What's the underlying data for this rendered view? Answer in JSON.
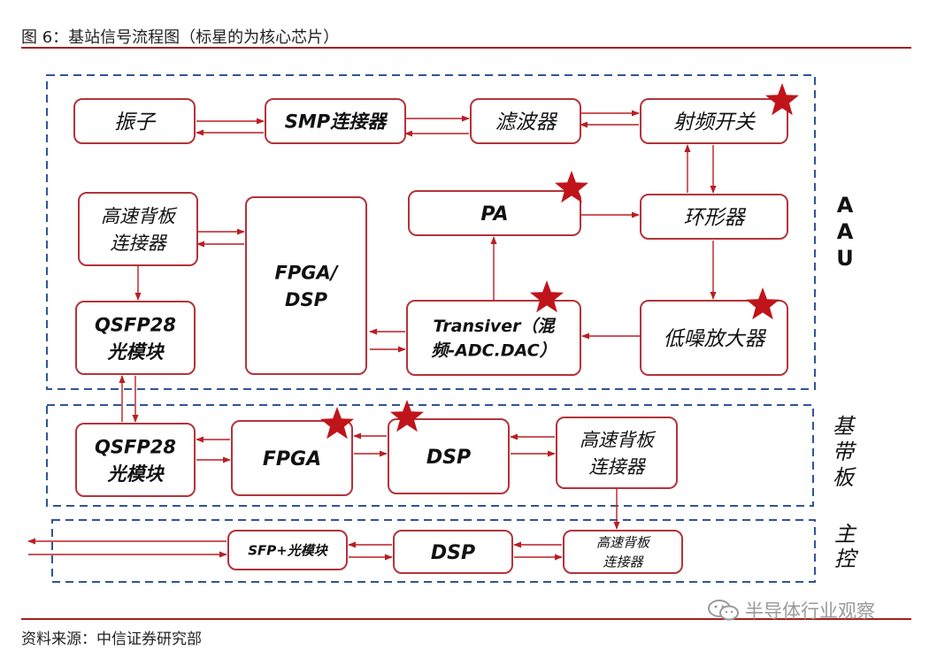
{
  "figure": {
    "title": "图 6：基站信号流程图（标星的为核心芯片）",
    "source": "资料来源：中信证券研究部",
    "watermark": "半导体行业观察",
    "watermark_icon": "wechat-icon"
  },
  "colors": {
    "box_border": "#b3343a",
    "arrow": "#b81f24",
    "star": "#c0141b",
    "region_border": "#2f5597",
    "rule": "#a31f1f"
  },
  "regions": [
    {
      "id": "aau",
      "label": "A\nA\nU"
    },
    {
      "id": "baseband",
      "label": "基\n带\n板"
    },
    {
      "id": "main",
      "label": "主\n控"
    }
  ],
  "blocks": [
    {
      "id": "zhenzi",
      "label": "振子",
      "star": false
    },
    {
      "id": "smp",
      "label": "SMP连接器",
      "star": false
    },
    {
      "id": "lvboqi",
      "label": "滤波器",
      "star": false
    },
    {
      "id": "shepin",
      "label": "射频开关",
      "star": true
    },
    {
      "id": "pa",
      "label": "PA",
      "star": true
    },
    {
      "id": "huanxing",
      "label": "环形器",
      "star": false
    },
    {
      "id": "bp_aau",
      "label": "高速背板\n连接器",
      "star": false
    },
    {
      "id": "fpga_dsp",
      "label": "FPGA/\nDSP",
      "star": false
    },
    {
      "id": "transiver",
      "label": "Transiver（混\n频-ADC.DAC）",
      "star": true
    },
    {
      "id": "dizao",
      "label": "低噪放大器",
      "star": true
    },
    {
      "id": "qsfp_aau",
      "label": "QSFP28\n光模块",
      "star": false
    },
    {
      "id": "qsfp_bb",
      "label": "QSFP28\n光模块",
      "star": false
    },
    {
      "id": "fpga_bb",
      "label": "FPGA",
      "star": true
    },
    {
      "id": "dsp_bb",
      "label": "DSP",
      "star": true
    },
    {
      "id": "bp_bb",
      "label": "高速背板\n连接器",
      "star": false
    },
    {
      "id": "sfp",
      "label": "SFP+光模块",
      "star": false
    },
    {
      "id": "dsp_main",
      "label": "DSP",
      "star": false
    },
    {
      "id": "bp_main",
      "label": "高速背板\n连接器",
      "star": false
    }
  ]
}
